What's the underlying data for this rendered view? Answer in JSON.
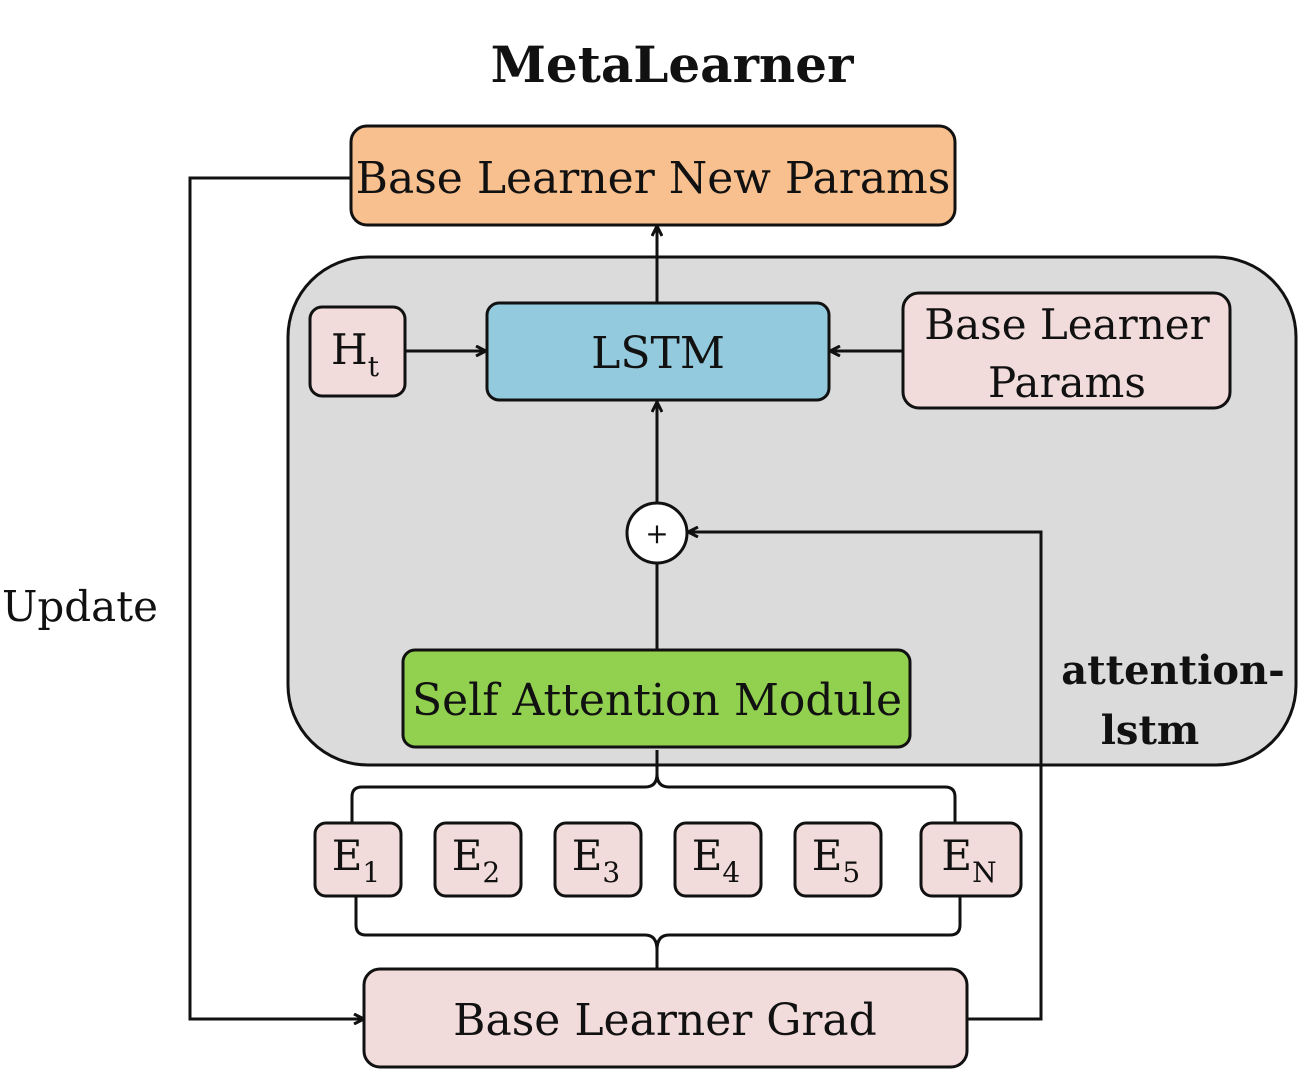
{
  "title": "MetaLearner",
  "container_label_line1": "attention-",
  "container_label_line2": "lstm",
  "update_label": "Update",
  "nodes": {
    "new_params": {
      "label": "Base Learner New Params"
    },
    "lstm": {
      "label": "LSTM"
    },
    "hidden": {
      "label": "H",
      "sub": "t"
    },
    "params": {
      "line1": "Base Learner",
      "line2": "Params"
    },
    "sum": {
      "label": "+"
    },
    "attention": {
      "label": "Self Attention Module"
    },
    "grad": {
      "label": "Base Learner Grad"
    }
  },
  "experts": [
    {
      "label": "E",
      "sub": "1"
    },
    {
      "label": "E",
      "sub": "2"
    },
    {
      "label": "E",
      "sub": "3"
    },
    {
      "label": "E",
      "sub": "4"
    },
    {
      "label": "E",
      "sub": "5"
    },
    {
      "label": "E",
      "sub": "N"
    }
  ],
  "colors": {
    "new_params_fill": "#f8c08f",
    "container_fill": "#dbdbdb",
    "lstm_fill": "#94cadd",
    "pink_fill": "#f2dcdb",
    "attention_fill": "#92d050",
    "stroke": "#111111"
  }
}
